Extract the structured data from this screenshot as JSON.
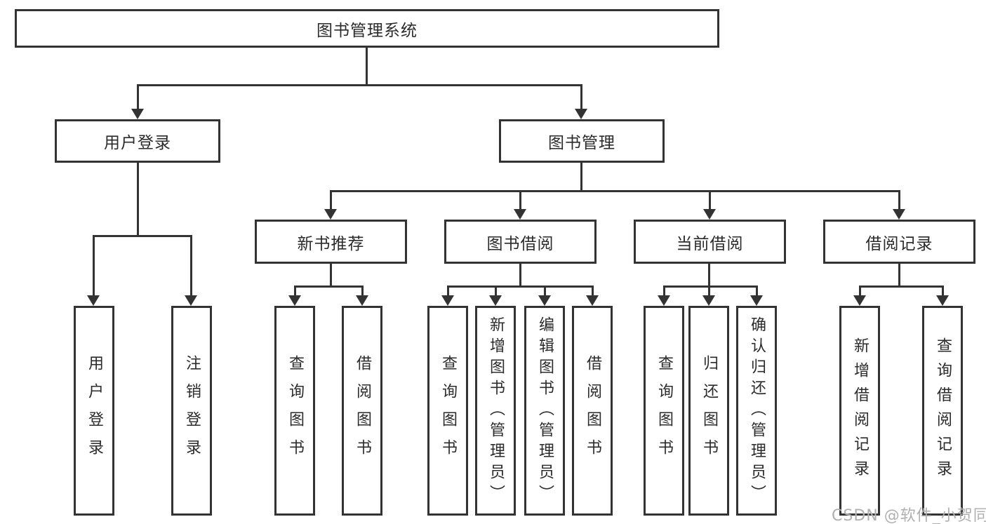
{
  "tree": {
    "root": {
      "label": "图书管理系统",
      "children": [
        {
          "label": "用户登录",
          "children": [
            {
              "label": "用户登录"
            },
            {
              "label": "注销登录"
            }
          ]
        },
        {
          "label": "图书管理",
          "children": [
            {
              "label": "新书推荐",
              "children": [
                {
                  "label": "查询图书"
                },
                {
                  "label": "借阅图书"
                }
              ]
            },
            {
              "label": "图书借阅",
              "children": [
                {
                  "label": "查询图书"
                },
                {
                  "label": "新增图书（管理员）"
                },
                {
                  "label": "编辑图书（管理员）"
                },
                {
                  "label": "借阅图书"
                }
              ]
            },
            {
              "label": "当前借阅",
              "children": [
                {
                  "label": "查询图书"
                },
                {
                  "label": "归还图书"
                },
                {
                  "label": "确认归还（管理员）"
                }
              ]
            },
            {
              "label": "借阅记录",
              "children": [
                {
                  "label": "新增借阅记录"
                },
                {
                  "label": "查询借阅记录"
                }
              ]
            }
          ]
        }
      ]
    }
  },
  "watermark": {
    "text": "CSDN @软件_小贺同学"
  },
  "colors": {
    "line": "#333333",
    "node_border": "#333333",
    "node_text": "#2b2b2b",
    "background": "#ffffff",
    "watermark": "#b0b0b0"
  }
}
